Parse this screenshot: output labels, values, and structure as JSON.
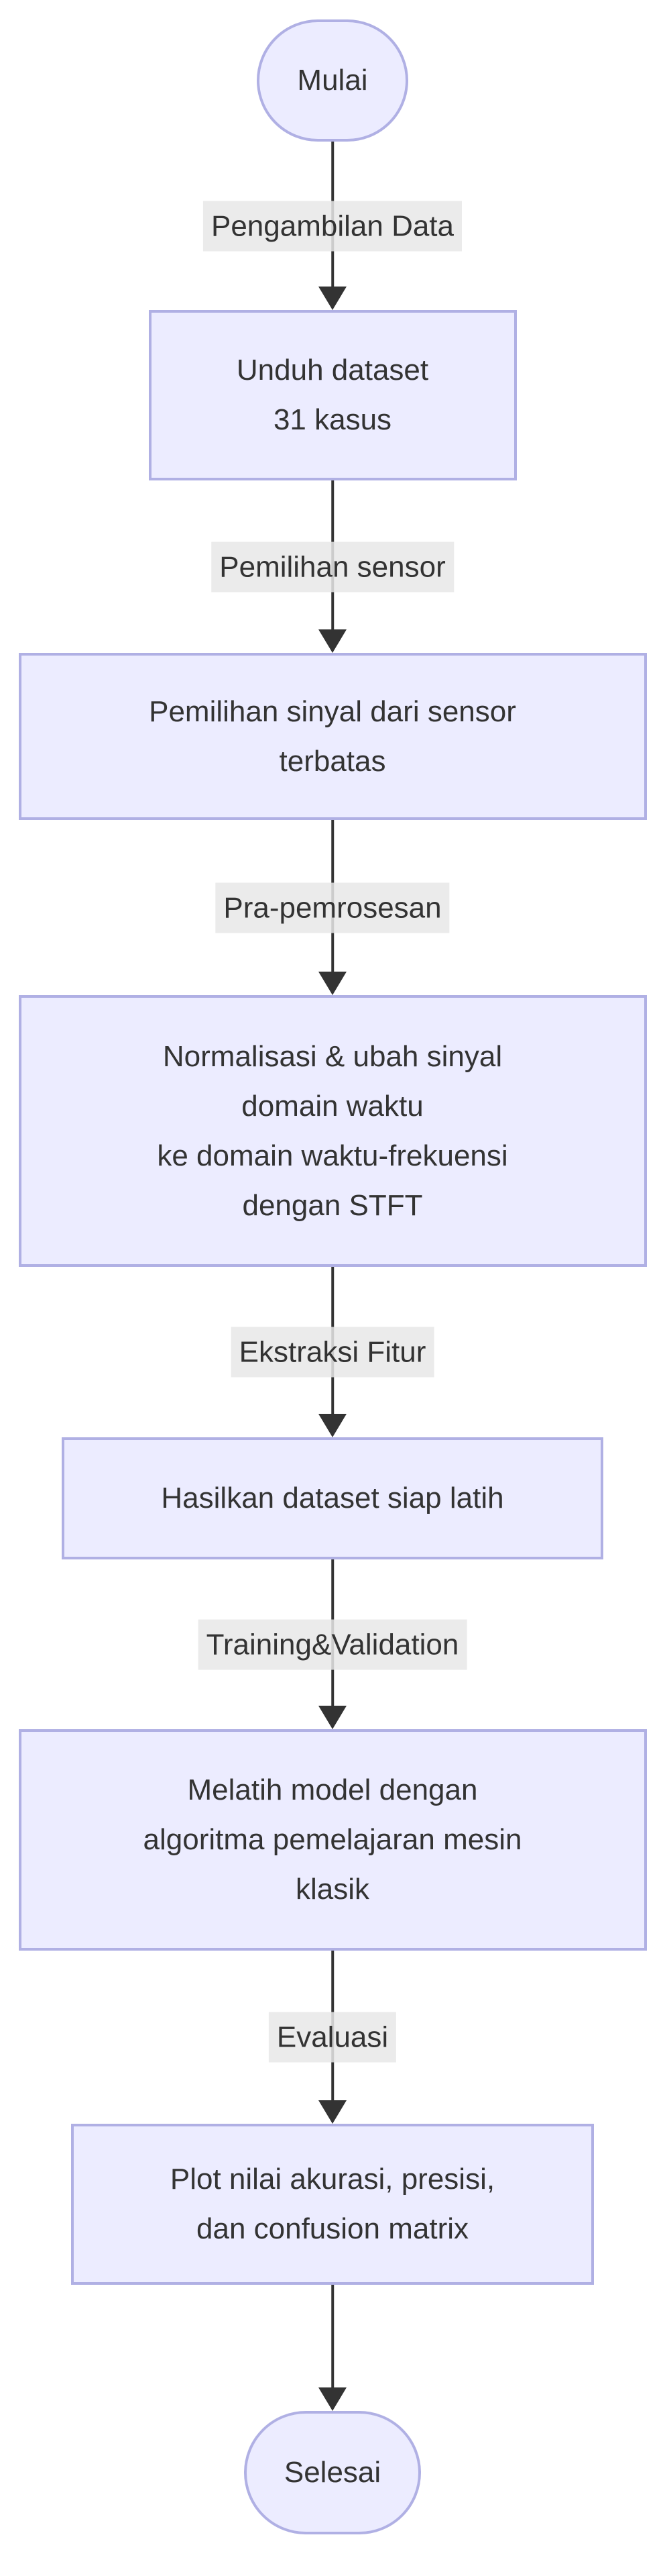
{
  "diagram": {
    "type": "flowchart",
    "direction": "top-down",
    "background": "#FFFFFF"
  },
  "colors": {
    "node_fill": "#ECECFF",
    "node_border": "#B0B0E4",
    "edge_line": "#333333",
    "arrowhead": "#333333",
    "edge_label_background": "#E8E8E8",
    "text": "#333333"
  },
  "nodes": {
    "start": {
      "shape": "stadium",
      "label": "Mulai"
    },
    "unduh": {
      "shape": "rect",
      "lines": [
        "Unduh dataset",
        "31 kasus"
      ]
    },
    "pemilihan": {
      "shape": "rect",
      "lines": [
        "Pemilihan sinyal dari sensor",
        "terbatas"
      ]
    },
    "normalisasi": {
      "shape": "rect",
      "lines": [
        "Normalisasi & ubah sinyal",
        "domain waktu",
        "ke domain waktu-frekuensi",
        "dengan STFT"
      ]
    },
    "hasilkan": {
      "shape": "rect",
      "lines": [
        "Hasilkan dataset siap latih"
      ]
    },
    "melatih": {
      "shape": "rect",
      "lines": [
        "Melatih model dengan",
        "algoritma pemelajaran mesin",
        "klasik"
      ]
    },
    "plot": {
      "shape": "rect",
      "lines": [
        "Plot nilai akurasi, presisi,",
        "dan confusion matrix"
      ]
    },
    "end": {
      "shape": "stadium",
      "label": "Selesai"
    }
  },
  "edges": [
    {
      "from": "start",
      "to": "unduh",
      "label": "Pengambilan Data"
    },
    {
      "from": "unduh",
      "to": "pemilihan",
      "label": "Pemilihan sensor"
    },
    {
      "from": "pemilihan",
      "to": "normalisasi",
      "label": "Pra-pemrosesan"
    },
    {
      "from": "normalisasi",
      "to": "hasilkan",
      "label": "Ekstraksi Fitur"
    },
    {
      "from": "hasilkan",
      "to": "melatih",
      "label": "Training&Validation"
    },
    {
      "from": "melatih",
      "to": "plot",
      "label": "Evaluasi"
    },
    {
      "from": "plot",
      "to": "end",
      "label": ""
    }
  ]
}
